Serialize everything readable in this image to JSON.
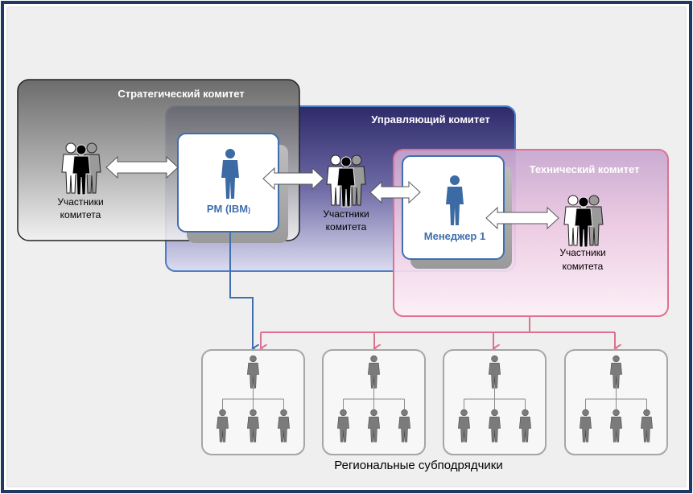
{
  "committees": {
    "strategic": {
      "title": "Стратегический комитет"
    },
    "steering": {
      "title": "Управляющий комитет"
    },
    "technical": {
      "title": "Технический комитет"
    }
  },
  "groups": {
    "strategic_members": {
      "line1": "Участники",
      "line2": "комитета"
    },
    "steering_members": {
      "line1": "Участники",
      "line2": "комитета"
    },
    "technical_members": {
      "line1": "Участники",
      "line2": "комитета"
    }
  },
  "cards": {
    "pm": {
      "label": "PM (IBM",
      "suffix": ")"
    },
    "manager": {
      "label": "Менеджер 1"
    }
  },
  "subcontractors": {
    "caption": "Региональные субподрядчики",
    "count": 4
  },
  "colors": {
    "frame": "#1f3864",
    "strategic_fill": "#595959",
    "steering_fill": "#2e2b6b",
    "technical_fill": "#d9a6c8",
    "steering_border": "#4a7ec8",
    "technical_border": "#e07090",
    "card_border": "#3f6fae",
    "card_text": "#3f6fae",
    "pink_arrow": "#e07090",
    "blue_arrow": "#3f6fae",
    "person_blue": "#3c6aa5",
    "person_gray": "#7b7b7b"
  }
}
